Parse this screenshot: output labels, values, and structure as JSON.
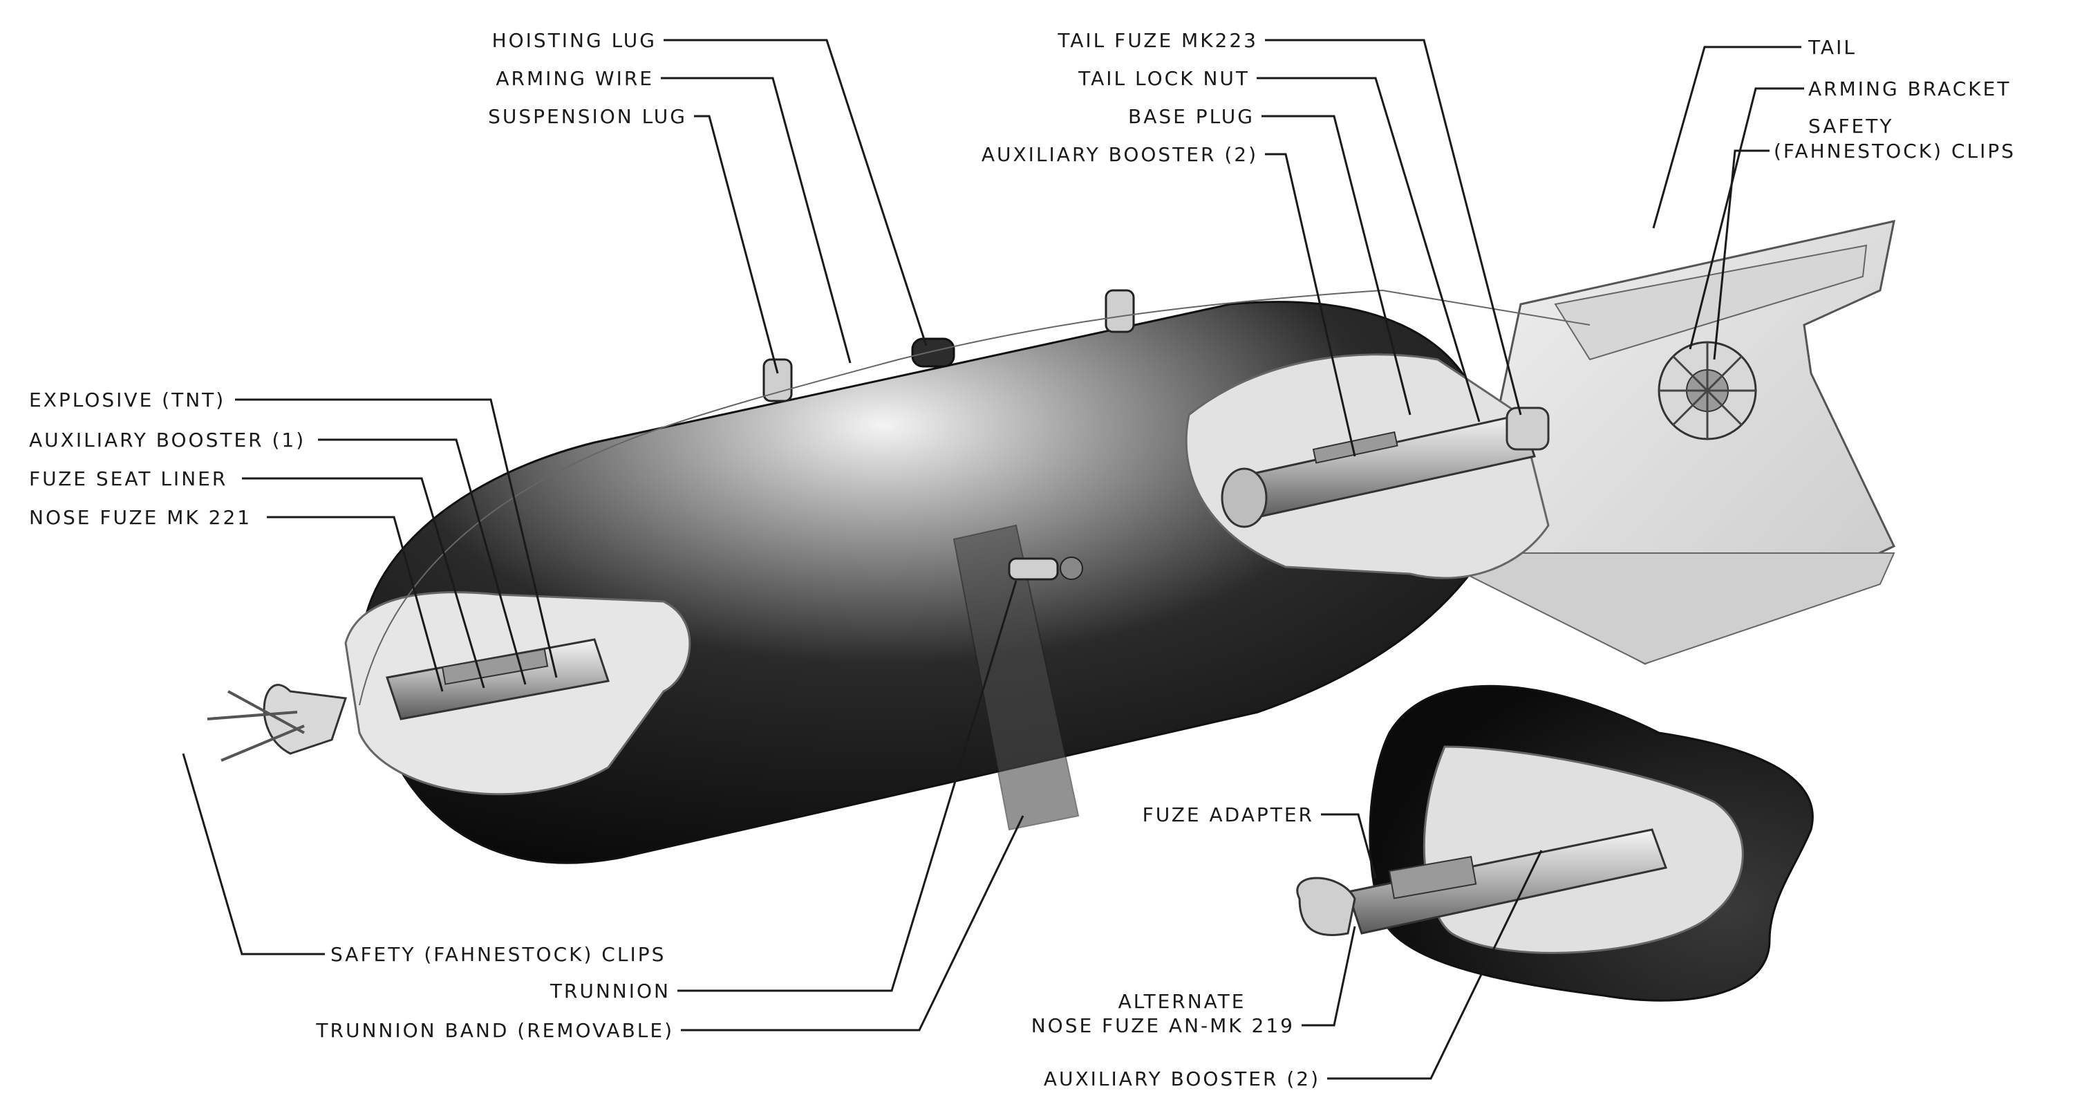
{
  "labels": {
    "hoisting_lug": "HOISTING LUG",
    "arming_wire": "ARMING WIRE",
    "suspension_lug": "SUSPENSION LUG",
    "explosive": "EXPLOSIVE (TNT)",
    "aux_booster_1": "AUXILIARY BOOSTER (1)",
    "fuze_seat_liner": "FUZE SEAT LINER",
    "nose_fuze": "NOSE FUZE MK 221",
    "safety_clips_nose": "SAFETY (FAHNESTOCK) CLIPS",
    "trunnion": "TRUNNION",
    "trunnion_band": "TRUNNION BAND (REMOVABLE)",
    "tail_fuze": "TAIL FUZE MK223",
    "tail_lock_nut": "TAIL LOCK NUT",
    "base_plug": "BASE PLUG",
    "aux_booster_2_tail": "AUXILIARY BOOSTER (2)",
    "tail": "TAIL",
    "arming_bracket": "ARMING BRACKET",
    "safety_clips_tail_line1": "SAFETY",
    "safety_clips_tail_line2": "(FAHNESTOCK) CLIPS",
    "fuze_adapter": "FUZE ADAPTER",
    "alternate_line1": "ALTERNATE",
    "alternate_line2": "NOSE FUZE AN-MK 219",
    "aux_booster_2_inset": "AUXILIARY BOOSTER (2)"
  },
  "colors": {
    "paper": "#ffffff",
    "ink": "#1a1a1a",
    "casing_dark": "#1c1c1c",
    "casing_light": "#f2f2f2",
    "cutaway": "#d9d9d9",
    "fin": "#e6e6e6",
    "metal": "#bdbdbd"
  }
}
